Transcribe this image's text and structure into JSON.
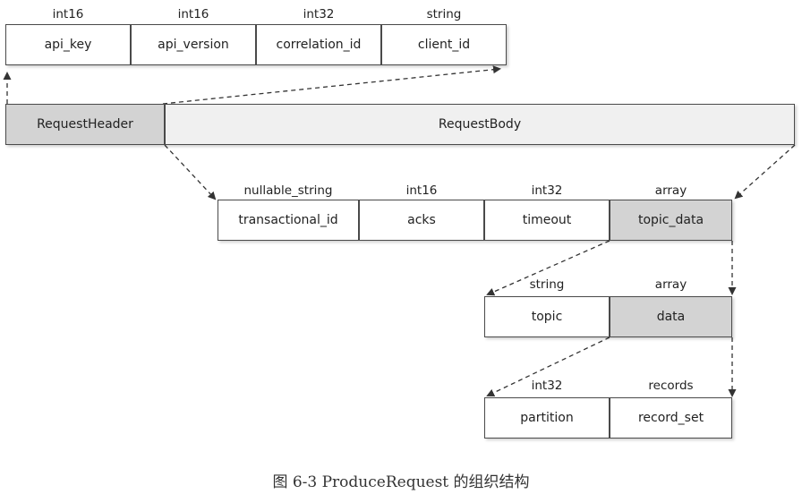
{
  "header_fields": [
    {
      "type": "int16",
      "name": "api_key"
    },
    {
      "type": "int16",
      "name": "api_version"
    },
    {
      "type": "int32",
      "name": "correlation_id"
    },
    {
      "type": "string",
      "name": "client_id"
    }
  ],
  "request": {
    "header": "RequestHeader",
    "body": "RequestBody"
  },
  "body_fields": [
    {
      "type": "nullable_string",
      "name": "transactional_id"
    },
    {
      "type": "int16",
      "name": "acks"
    },
    {
      "type": "int32",
      "name": "timeout"
    },
    {
      "type": "array",
      "name": "topic_data"
    }
  ],
  "topic_data_fields": [
    {
      "type": "string",
      "name": "topic"
    },
    {
      "type": "array",
      "name": "data"
    }
  ],
  "data_fields": [
    {
      "type": "int32",
      "name": "partition"
    },
    {
      "type": "records",
      "name": "record_set"
    }
  ],
  "caption": "图 6-3   ProduceRequest 的组织结构"
}
